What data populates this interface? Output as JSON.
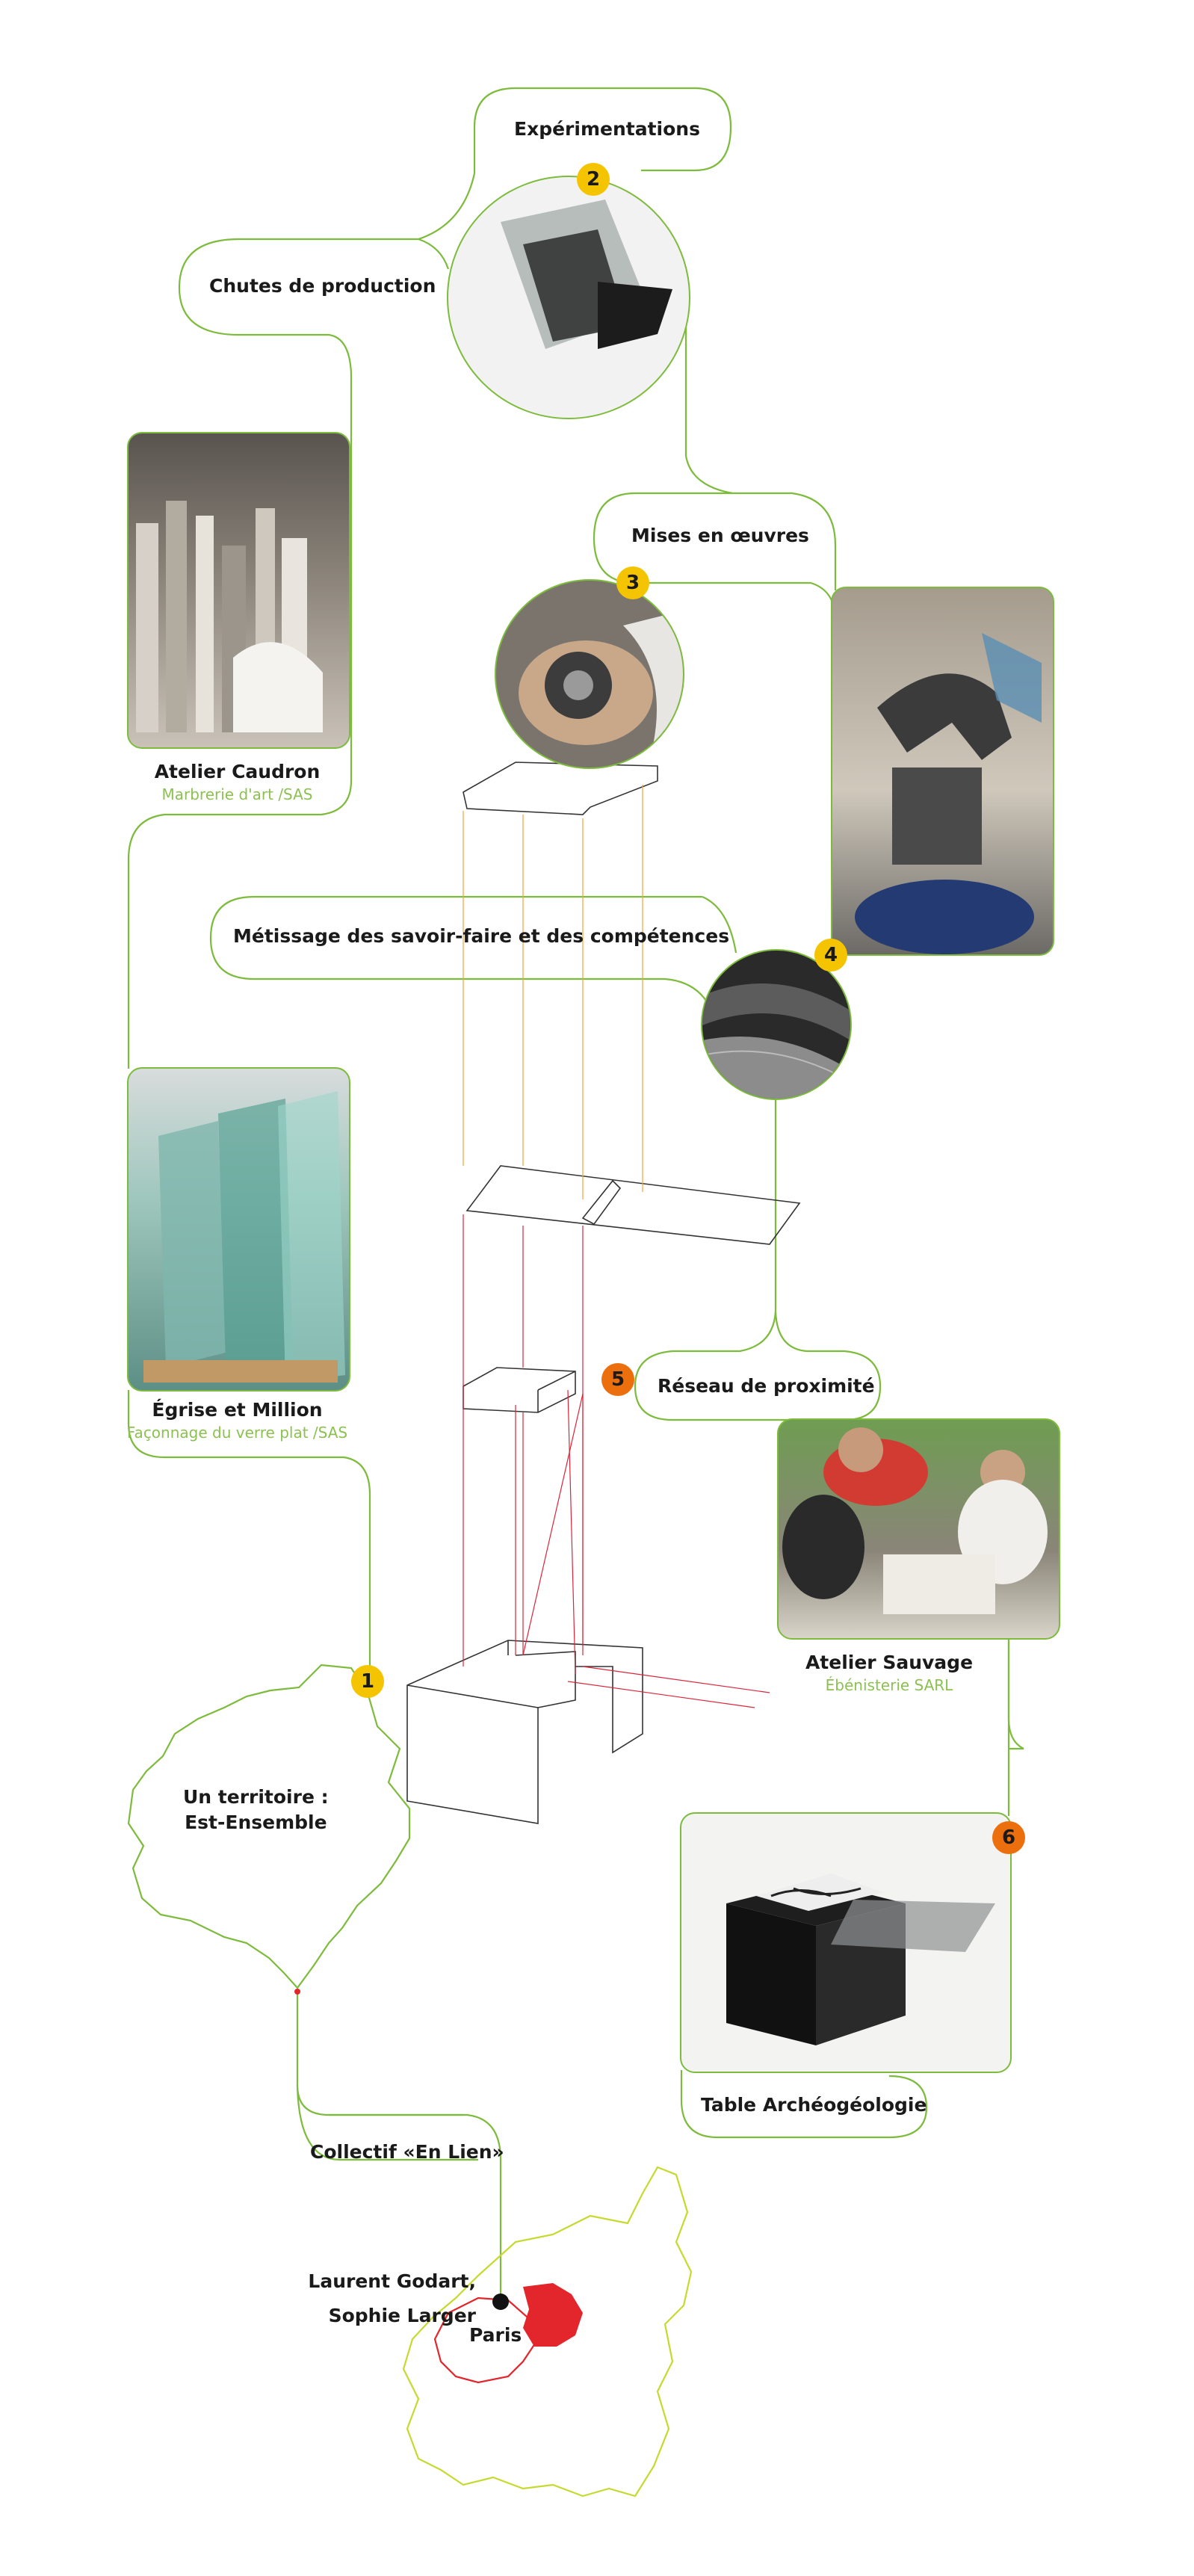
{
  "colors": {
    "green": "#7dbb3c",
    "green_text": "#8cc152",
    "yellow": "#f5c400",
    "orange": "#ec6f0e",
    "red": "#e3262b",
    "lime": "#c6d92e",
    "arrow_orange": "#f2a43c",
    "arrow_red": "#d9263a"
  },
  "pills": {
    "experimentations": "Expérimentations",
    "chutes": "Chutes de production",
    "mises": "Mises en œuvres",
    "metissage": "Métissage des savoir-faire et des compétences",
    "reseau": "Réseau de proximité",
    "collectif": "Collectif «En Lien»",
    "table": "Table Archéogéologie"
  },
  "badges": [
    "1",
    "2",
    "3",
    "4",
    "5",
    "6"
  ],
  "workshops": {
    "caudron": {
      "name": "Atelier Caudron",
      "sub": "Marbrerie d'art /SAS"
    },
    "egrise": {
      "name": "Égrise et Million",
      "sub": "Façonnage du verre plat /SAS"
    },
    "sauvage": {
      "name": "Atelier Sauvage",
      "sub": "Ébénisterie SARL"
    }
  },
  "territory": {
    "line1": "Un territoire :",
    "line2": "Est-Ensemble"
  },
  "people": {
    "line1": "Laurent Godart,",
    "line2": "Sophie Larger"
  },
  "paris": "Paris",
  "icons": {
    "glass_samples": "glass-samples-photo",
    "marble_stack": "marble-stack-photo",
    "hand_tool": "hand-tool-photo",
    "robot_arm": "robot-arm-photo",
    "grooved_marble": "grooved-marble-photo",
    "glass_sheets": "glass-sheets-photo",
    "team_workshop": "team-workshop-photo",
    "finished_table": "finished-table-photo"
  }
}
